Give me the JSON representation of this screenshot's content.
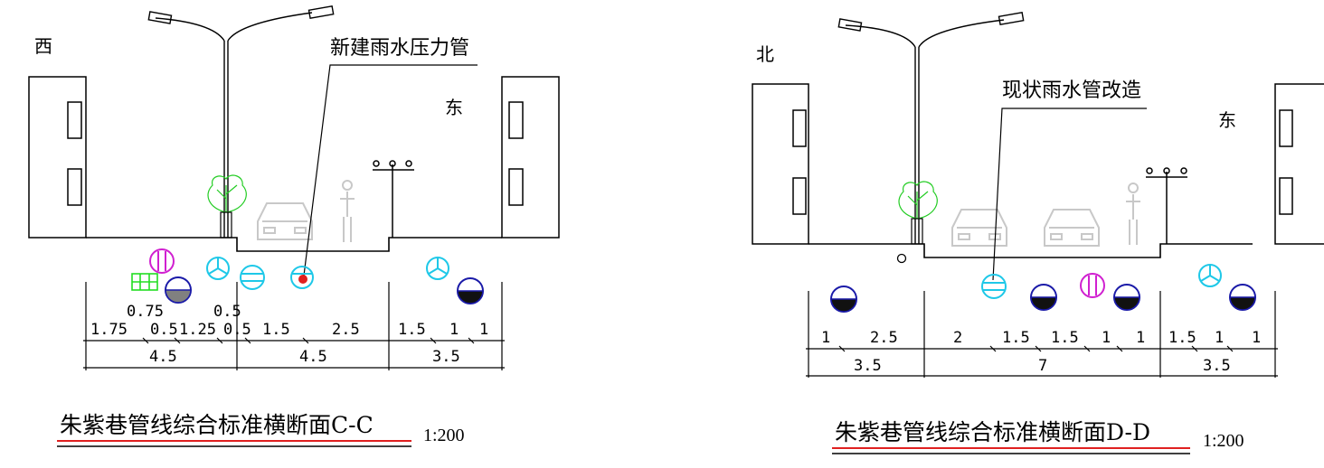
{
  "left_section": {
    "direction_left": "西",
    "direction_right": "东",
    "callout": "新建雨水压力管",
    "title": "朱紫巷管线综合标准横断面C-C",
    "scale": "1:200",
    "dims_row1": [
      "1.75",
      "0.5",
      "1.25",
      "0.5",
      "1.5",
      "2.5",
      "1.5",
      "1",
      "1"
    ],
    "dims_row1_upper": [
      "0.75",
      "0.5"
    ],
    "dims_row2": [
      "4.5",
      "4.5",
      "3.5"
    ]
  },
  "right_section": {
    "direction_left": "北",
    "direction_right": "东",
    "callout": "现状雨水管改造",
    "title": "朱紫巷管线综合标准横断面D-D",
    "scale": "1:200",
    "dims_row1": [
      "1",
      "2.5",
      "2",
      "1.5",
      "1.5",
      "1",
      "1",
      "1.5",
      "1",
      "1"
    ],
    "dims_row2": [
      "3.5",
      "7",
      "3.5"
    ]
  },
  "colors": {
    "stormwater_blue": "#1a1aa8",
    "water_cyan": "#1ec8e8",
    "gas_magenta": "#d020d0",
    "telecom_green": "#22dd22",
    "pressure_red": "#e02020",
    "underline_red": "#e02020"
  }
}
